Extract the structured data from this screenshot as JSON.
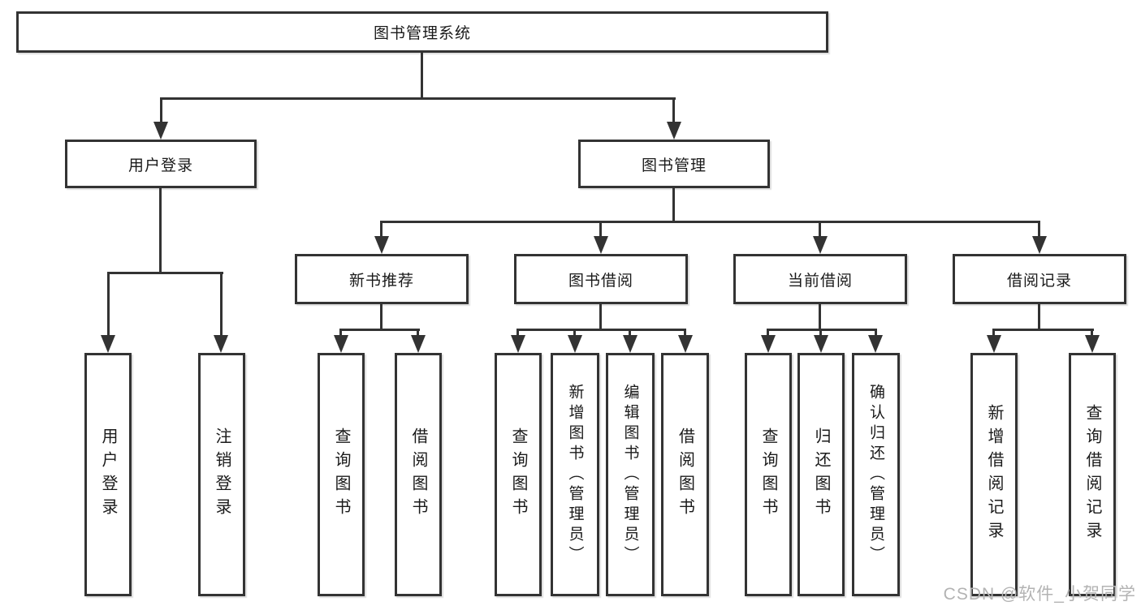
{
  "diagram": {
    "type": "tree",
    "title": "图书管理系统"
  },
  "nodes": {
    "root": {
      "label": "图书管理系统"
    },
    "level2": [
      {
        "id": "user-login",
        "label": "用户登录",
        "parent": "图书管理系统"
      },
      {
        "id": "book-management",
        "label": "图书管理",
        "parent": "图书管理系统"
      }
    ],
    "level3": [
      {
        "id": "new-book-recommend",
        "label": "新书推荐",
        "parent": "图书管理"
      },
      {
        "id": "book-borrowing",
        "label": "图书借阅",
        "parent": "图书管理"
      },
      {
        "id": "current-borrowing",
        "label": "当前借阅",
        "parent": "图书管理"
      },
      {
        "id": "borrowing-records",
        "label": "借阅记录",
        "parent": "图书管理"
      }
    ],
    "leaves": [
      {
        "id": "leaf-user-login",
        "label": "用户登录",
        "parent": "用户登录"
      },
      {
        "id": "leaf-logout",
        "label": "注销登录",
        "parent": "用户登录"
      },
      {
        "id": "leaf-query-books-1",
        "label": "查询图书",
        "parent": "新书推荐"
      },
      {
        "id": "leaf-borrow-books-1",
        "label": "借阅图书",
        "parent": "新书推荐"
      },
      {
        "id": "leaf-query-books-2",
        "label": "查询图书",
        "parent": "图书借阅"
      },
      {
        "id": "leaf-add-books-admin",
        "label": "新增图书（管理员）",
        "parent": "图书借阅"
      },
      {
        "id": "leaf-edit-books-admin",
        "label": "编辑图书（管理员）",
        "parent": "图书借阅"
      },
      {
        "id": "leaf-borrow-books-2",
        "label": "借阅图书",
        "parent": "图书借阅"
      },
      {
        "id": "leaf-query-books-3",
        "label": "查询图书",
        "parent": "当前借阅"
      },
      {
        "id": "leaf-return-books",
        "label": "归还图书",
        "parent": "当前借阅"
      },
      {
        "id": "leaf-confirm-return-admin",
        "label": "确认归还（管理员）",
        "parent": "当前借阅"
      },
      {
        "id": "leaf-add-borrow-record",
        "label": "新增借阅记录",
        "parent": "借阅记录"
      },
      {
        "id": "leaf-query-borrow-record",
        "label": "查询借阅记录",
        "parent": "借阅记录"
      }
    ]
  },
  "colors": {
    "line": "#333333",
    "box_border": "#333333",
    "text": "#1a1a1a",
    "background": "#ffffff",
    "watermark": "#b3b3b3"
  },
  "watermark": {
    "text": "CSDN @软件_小贺同学"
  }
}
